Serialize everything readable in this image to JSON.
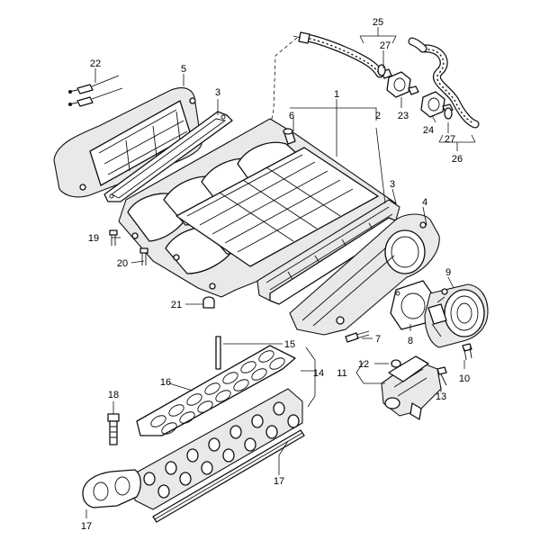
{
  "diagram": {
    "type": "exploded-parts-diagram",
    "colors": {
      "line": "#111111",
      "background": "#ffffff",
      "shade": "#e9e9e9"
    },
    "parts": [
      {
        "id": "p1",
        "number": "1",
        "name": "intake-manifold"
      },
      {
        "id": "p2",
        "number": "2",
        "name": "lower-manifold-section"
      },
      {
        "id": "p3a",
        "number": "3",
        "name": "gasket-left"
      },
      {
        "id": "p3b",
        "number": "3",
        "name": "gasket-right"
      },
      {
        "id": "p4",
        "number": "4",
        "name": "throttle-adapter"
      },
      {
        "id": "p5",
        "number": "5",
        "name": "end-cover"
      },
      {
        "id": "p6",
        "number": "6",
        "name": "vacuum-nipple"
      },
      {
        "id": "p7",
        "number": "7",
        "name": "bolt"
      },
      {
        "id": "p8",
        "number": "8",
        "name": "throttle-gasket"
      },
      {
        "id": "p9",
        "number": "9",
        "name": "throttle-body"
      },
      {
        "id": "p10",
        "number": "10",
        "name": "bolt"
      },
      {
        "id": "p11",
        "number": "11",
        "name": "actuator-assembly"
      },
      {
        "id": "p12",
        "number": "12",
        "name": "o-ring"
      },
      {
        "id": "p13",
        "number": "13",
        "name": "bolt"
      },
      {
        "id": "p14",
        "number": "14",
        "name": "lower-gasket-set"
      },
      {
        "id": "p15",
        "number": "15",
        "name": "stud"
      },
      {
        "id": "p16",
        "number": "16",
        "name": "port-gasket"
      },
      {
        "id": "p17a",
        "number": "17",
        "name": "spacer-right"
      },
      {
        "id": "p17b",
        "number": "17",
        "name": "flange-left"
      },
      {
        "id": "p18",
        "number": "18",
        "name": "stud-bolt"
      },
      {
        "id": "p19",
        "number": "19",
        "name": "bolt"
      },
      {
        "id": "p20",
        "number": "20",
        "name": "bolt"
      },
      {
        "id": "p21",
        "number": "21",
        "name": "plug"
      },
      {
        "id": "p22",
        "number": "22",
        "name": "wire-connector"
      },
      {
        "id": "p23",
        "number": "23",
        "name": "check-valve"
      },
      {
        "id": "p24",
        "number": "24",
        "name": "valve"
      },
      {
        "id": "p25",
        "number": "25",
        "name": "hose-assembly-upper"
      },
      {
        "id": "p26",
        "number": "26",
        "name": "hose-assembly-lower"
      },
      {
        "id": "p27a",
        "number": "27",
        "name": "clamp-upper"
      },
      {
        "id": "p27b",
        "number": "27",
        "name": "clamp-lower"
      }
    ]
  }
}
